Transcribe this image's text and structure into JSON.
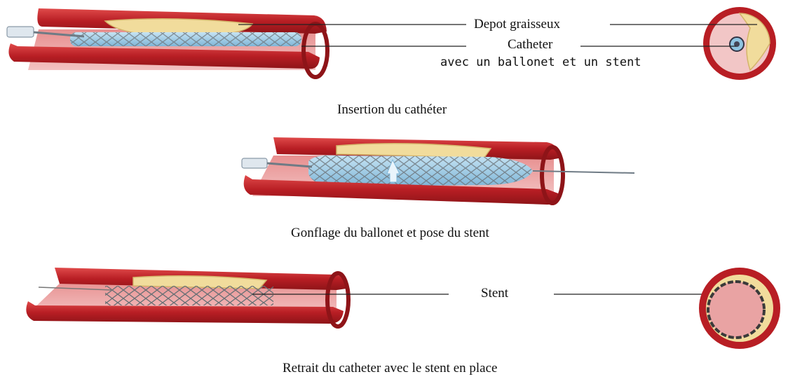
{
  "labels": {
    "deposit": "Depot graisseux",
    "catheter_line1": "Catheter",
    "catheter_line2": "avec un ballonet et un stent",
    "stent": "Stent"
  },
  "captions": {
    "step1": "Insertion du cathéter",
    "step2": "Gonflage du ballonet et pose du stent",
    "step3": "Retrait du catheter avec le stent en place"
  },
  "colors": {
    "artery_wall": "#c8282e",
    "artery_dark": "#8e1418",
    "artery_inner": "#e9a3a3",
    "plaque": "#f1dc9c",
    "balloon": "#8fc3e0",
    "stent": "#7d7d7d"
  }
}
